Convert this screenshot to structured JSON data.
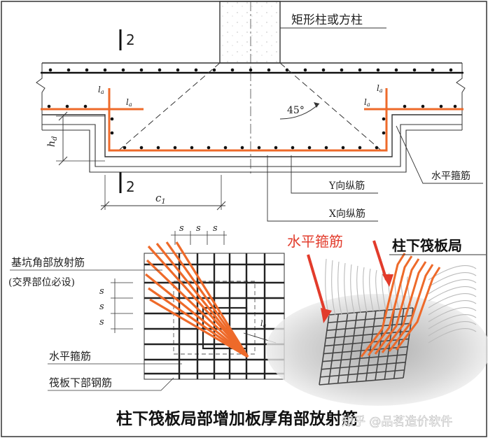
{
  "labels": {
    "rect_column": "矩形柱或方柱",
    "section_mark": "2",
    "la": "l",
    "la_sub": "a",
    "angle": "45°",
    "hd": "h",
    "hd_sub": "d",
    "c1": "c",
    "c1_sub": "1",
    "horizontal_stirrup": "水平箍筋",
    "y_long_bar": "Y向纵筋",
    "x_long_bar": "X向纵筋",
    "spacing": "s",
    "pit_corner_radial_bar": "基坑角部放射筋",
    "pit_corner_note": "(交界部位必设)",
    "plan_horizontal_stirrup": "水平箍筋",
    "raft_bottom_bar": "筏板下部钢筋",
    "photo_red_label": "水平箍筋",
    "photo_title_partial": "柱下筏板局",
    "caption": "柱下筏板局部增加板厚角部放射筋",
    "watermark": "知乎 @品茗造价软件"
  },
  "colors": {
    "rebar_red": "#ee6a2a",
    "label_red": "#e23b2b",
    "ink": "#222222"
  }
}
